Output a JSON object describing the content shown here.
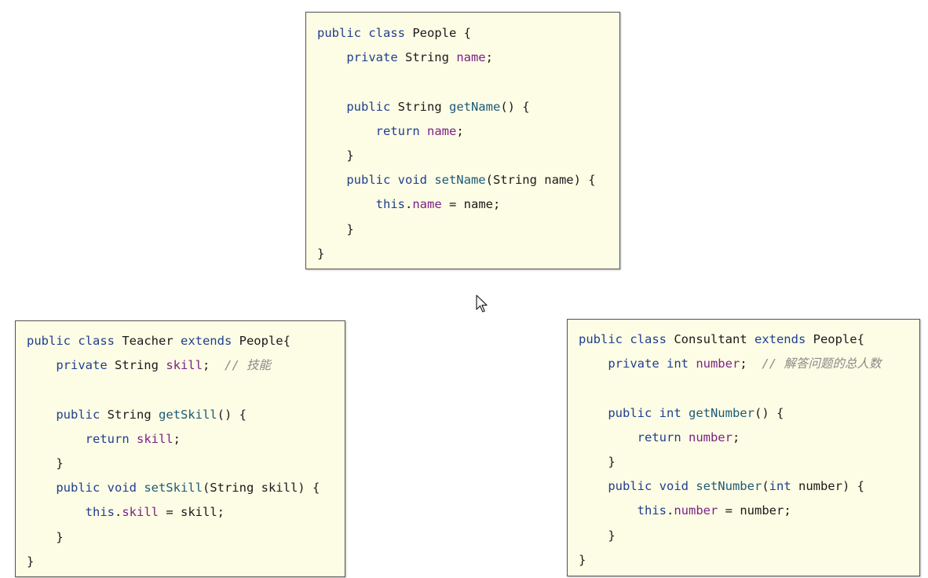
{
  "boxes": [
    {
      "id": "people",
      "lines": [
        [
          [
            "kw",
            "public class "
          ],
          [
            "pl",
            "People {"
          ]
        ],
        [
          [
            "pl",
            "    "
          ],
          [
            "kw",
            "private "
          ],
          [
            "pl",
            "String "
          ],
          [
            "fld",
            "name"
          ],
          [
            "pl",
            ";"
          ]
        ],
        [],
        [
          [
            "pl",
            "    "
          ],
          [
            "kw",
            "public "
          ],
          [
            "pl",
            "String "
          ],
          [
            "mth",
            "getName"
          ],
          [
            "pl",
            "() {"
          ]
        ],
        [
          [
            "pl",
            "        "
          ],
          [
            "kw",
            "return "
          ],
          [
            "fld",
            "name"
          ],
          [
            "pl",
            ";"
          ]
        ],
        [
          [
            "pl",
            "    }"
          ]
        ],
        [
          [
            "pl",
            "    "
          ],
          [
            "kw",
            "public void "
          ],
          [
            "mth",
            "setName"
          ],
          [
            "pl",
            "(String name) {"
          ]
        ],
        [
          [
            "pl",
            "        "
          ],
          [
            "kw",
            "this"
          ],
          [
            "pl",
            "."
          ],
          [
            "fld",
            "name"
          ],
          [
            "pl",
            " = name;"
          ]
        ],
        [
          [
            "pl",
            "    }"
          ]
        ],
        [
          [
            "pl",
            "}"
          ]
        ]
      ]
    },
    {
      "id": "teacher",
      "lines": [
        [
          [
            "kw",
            "public class "
          ],
          [
            "pl",
            "Teacher "
          ],
          [
            "kw",
            "extends "
          ],
          [
            "pl",
            "People{"
          ]
        ],
        [
          [
            "pl",
            "    "
          ],
          [
            "kw",
            "private "
          ],
          [
            "pl",
            "String "
          ],
          [
            "fld",
            "skill"
          ],
          [
            "pl",
            ";  "
          ],
          [
            "cm",
            "// "
          ],
          [
            "cm-cjk",
            "技能"
          ]
        ],
        [],
        [
          [
            "pl",
            "    "
          ],
          [
            "kw",
            "public "
          ],
          [
            "pl",
            "String "
          ],
          [
            "mth",
            "getSkill"
          ],
          [
            "pl",
            "() {"
          ]
        ],
        [
          [
            "pl",
            "        "
          ],
          [
            "kw",
            "return "
          ],
          [
            "fld",
            "skill"
          ],
          [
            "pl",
            ";"
          ]
        ],
        [
          [
            "pl",
            "    }"
          ]
        ],
        [
          [
            "pl",
            "    "
          ],
          [
            "kw",
            "public void "
          ],
          [
            "mth",
            "setSkill"
          ],
          [
            "pl",
            "(String skill) {"
          ]
        ],
        [
          [
            "pl",
            "        "
          ],
          [
            "kw",
            "this"
          ],
          [
            "pl",
            "."
          ],
          [
            "fld",
            "skill"
          ],
          [
            "pl",
            " = skill;"
          ]
        ],
        [
          [
            "pl",
            "    }"
          ]
        ],
        [
          [
            "pl",
            "}"
          ]
        ]
      ]
    },
    {
      "id": "consultant",
      "lines": [
        [
          [
            "kw",
            "public class "
          ],
          [
            "pl",
            "Consultant "
          ],
          [
            "kw",
            "extends "
          ],
          [
            "pl",
            "People{"
          ]
        ],
        [
          [
            "pl",
            "    "
          ],
          [
            "kw",
            "private int "
          ],
          [
            "fld",
            "number"
          ],
          [
            "pl",
            ";  "
          ],
          [
            "cm",
            "// "
          ],
          [
            "cm-cjk",
            "解答问题的总人数"
          ]
        ],
        [],
        [
          [
            "pl",
            "    "
          ],
          [
            "kw",
            "public int "
          ],
          [
            "mth",
            "getNumber"
          ],
          [
            "pl",
            "() {"
          ]
        ],
        [
          [
            "pl",
            "        "
          ],
          [
            "kw",
            "return "
          ],
          [
            "fld",
            "number"
          ],
          [
            "pl",
            ";"
          ]
        ],
        [
          [
            "pl",
            "    }"
          ]
        ],
        [
          [
            "pl",
            "    "
          ],
          [
            "kw",
            "public void "
          ],
          [
            "mth",
            "setNumber"
          ],
          [
            "pl",
            "("
          ],
          [
            "kw",
            "int "
          ],
          [
            "pl",
            "number) {"
          ]
        ],
        [
          [
            "pl",
            "        "
          ],
          [
            "kw",
            "this"
          ],
          [
            "pl",
            "."
          ],
          [
            "fld",
            "number"
          ],
          [
            "pl",
            " = number;"
          ]
        ],
        [
          [
            "pl",
            "    }"
          ]
        ],
        [
          [
            "pl",
            "}"
          ]
        ]
      ]
    }
  ],
  "cursor_icon": "mouse-pointer-icon"
}
